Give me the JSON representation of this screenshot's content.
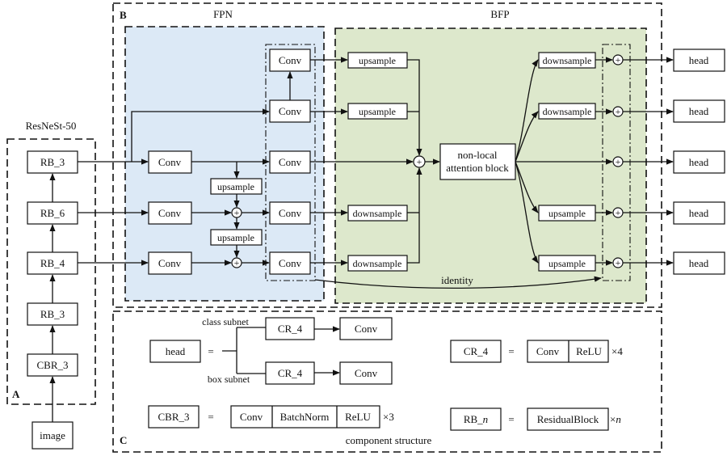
{
  "sections": {
    "backbone": {
      "letter": "A",
      "title": "ResNeSt-50"
    },
    "neck": {
      "letter": "B",
      "fpn_title": "FPN",
      "bfp_title": "BFP"
    },
    "components": {
      "letter": "C",
      "caption": "component structure"
    }
  },
  "backbone_blocks": [
    "RB_3",
    "RB_6",
    "RB_4",
    "RB_3",
    "CBR_3"
  ],
  "input_label": "image",
  "fpn": {
    "conv_label": "Conv",
    "upsample_label": "upsample"
  },
  "bfp": {
    "upsample_label": "upsample",
    "downsample_label": "downsample",
    "attention_line1": "non-local",
    "attention_line2": "attention block",
    "identity_label": "identity",
    "sum_symbol": "+"
  },
  "head_label": "head",
  "legend": {
    "equals": "=",
    "head_def": {
      "head": "head",
      "class_subnet": "class subnet",
      "box_subnet": "box subnet",
      "block": "CR_4",
      "conv": "Conv"
    },
    "cr4_def": {
      "name": "CR_4",
      "parts": [
        "Conv",
        "ReLU"
      ],
      "mult": "×4"
    },
    "cbr3_def": {
      "name": "CBR_3",
      "parts": [
        "Conv",
        "BatchNorm",
        "ReLU"
      ],
      "mult": "×3"
    },
    "rbn_def": {
      "name": "RB_n",
      "name_base": "RB_",
      "name_italic": "n",
      "parts": [
        "ResidualBlock"
      ],
      "mult_base": "×",
      "mult_italic": "n"
    }
  },
  "colors": {
    "fpn_fill": "#dce9f6",
    "bfp_fill": "#dde8cc",
    "line": "#111111"
  }
}
